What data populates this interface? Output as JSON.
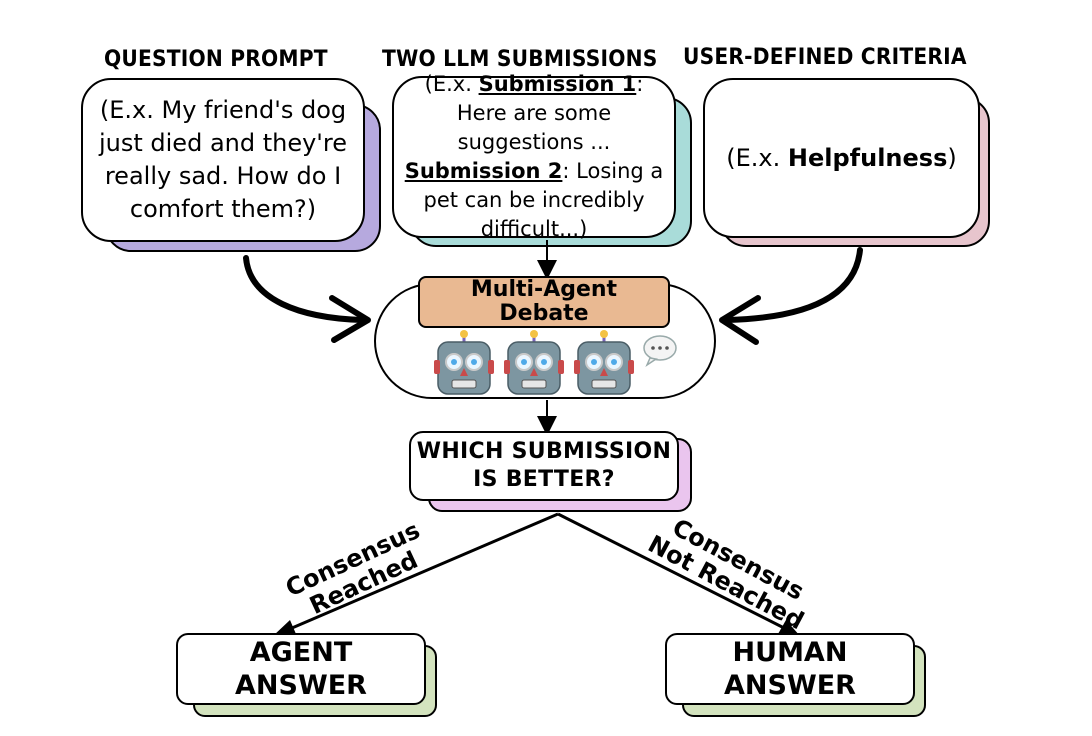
{
  "headings": {
    "question": "QUESTION  PROMPT",
    "submissions": "TWO LLM SUBMISSIONS",
    "criteria": "USER-DEFINED CRITERIA"
  },
  "question_box": {
    "text": "(E.x. My friend's dog just died and they're really sad. How do I comfort them?)"
  },
  "submissions_box": {
    "prefix": "(E.x. ",
    "sub1_label": "Submission 1",
    "sub1_text": ": Here are some suggestions ...",
    "sub2_label": "Submission 2",
    "sub2_text": ": Losing a pet can be incredibly difficult...)"
  },
  "criteria_box": {
    "prefix": "(E.x. ",
    "criterion": "Helpfulness",
    "suffix": ")"
  },
  "debate": {
    "title": "Multi-Agent Debate",
    "agents": [
      "robot",
      "robot",
      "robot"
    ],
    "speech_icon": "speech-bubble-icon"
  },
  "decision": {
    "text": "WHICH SUBMISSION IS BETTER?"
  },
  "branches": {
    "left_label_line1": "Consensus",
    "left_label_line2": "Reached",
    "right_label_line1": "Consensus",
    "right_label_line2": "Not Reached"
  },
  "outcomes": {
    "agent_line1": "AGENT",
    "agent_line2": "ANSWER",
    "human_line1": "HUMAN",
    "human_line2": "ANSWER"
  },
  "colors": {
    "question_shadow": "#b6a9de",
    "submissions_shadow": "#a9dcd9",
    "criteria_shadow": "#e7c5cd",
    "debate_title_fill": "#e9b992",
    "decision_shadow": "#eac5ee",
    "outcome_shadow": "#d3e3be"
  }
}
